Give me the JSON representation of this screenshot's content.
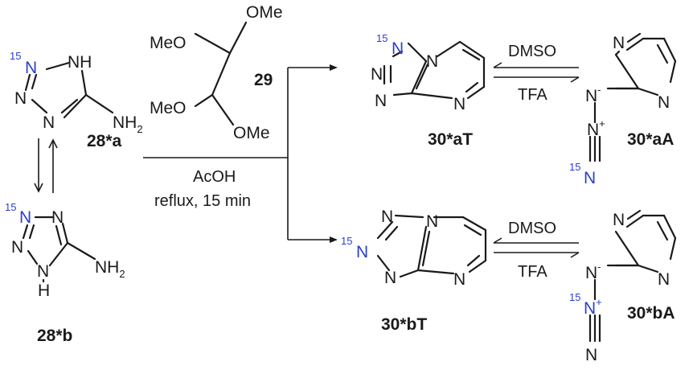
{
  "colors": {
    "ink": "#1a1a1a",
    "isotope": "#2a3fd0"
  },
  "isotope_mark": "15",
  "atoms": {
    "N": "N",
    "NH": "NH",
    "H": "H",
    "NH2_main": "NH",
    "NH2_sub": "2",
    "OMe": "OMe",
    "MeO": "MeO",
    "plus": "+",
    "minus": "-"
  },
  "labels": {
    "c28a": "28*a",
    "c28b": "28*b",
    "c29": "29",
    "c30aT": "30*aT",
    "c30aA": "30*aA",
    "c30bT": "30*bT",
    "c30bA": "30*bA"
  },
  "conditions": {
    "reagent": "AcOH",
    "temp_time": "reflux, 15 min",
    "forward": "DMSO",
    "reverse": "TFA"
  }
}
